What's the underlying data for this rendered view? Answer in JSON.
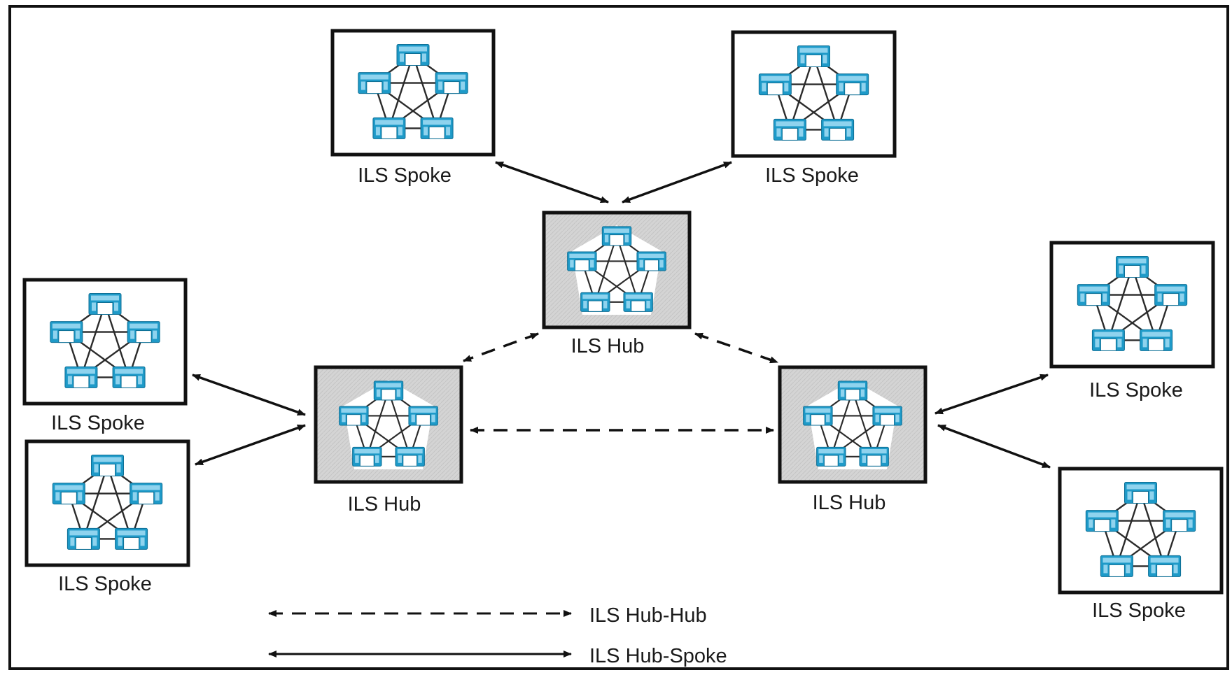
{
  "nodes": [
    {
      "id": "spoke-top-left",
      "kind": "spoke",
      "label": "ILS Spoke"
    },
    {
      "id": "spoke-top-right",
      "kind": "spoke",
      "label": "ILS Spoke"
    },
    {
      "id": "hub-top",
      "kind": "hub",
      "label": "ILS Hub"
    },
    {
      "id": "spoke-left-upper",
      "kind": "spoke",
      "label": "ILS Spoke"
    },
    {
      "id": "spoke-left-lower",
      "kind": "spoke",
      "label": "ILS Spoke"
    },
    {
      "id": "hub-left",
      "kind": "hub",
      "label": "ILS Hub"
    },
    {
      "id": "hub-right",
      "kind": "hub",
      "label": "ILS Hub"
    },
    {
      "id": "spoke-right-upper",
      "kind": "spoke",
      "label": "ILS Spoke"
    },
    {
      "id": "spoke-right-lower",
      "kind": "spoke",
      "label": "ILS Spoke"
    }
  ],
  "links": [
    {
      "from": "spoke-top-left",
      "to": "hub-top",
      "type": "hub-spoke"
    },
    {
      "from": "spoke-top-right",
      "to": "hub-top",
      "type": "hub-spoke"
    },
    {
      "from": "spoke-left-upper",
      "to": "hub-left",
      "type": "hub-spoke"
    },
    {
      "from": "spoke-left-lower",
      "to": "hub-left",
      "type": "hub-spoke"
    },
    {
      "from": "spoke-right-upper",
      "to": "hub-right",
      "type": "hub-spoke"
    },
    {
      "from": "spoke-right-lower",
      "to": "hub-right",
      "type": "hub-spoke"
    },
    {
      "from": "hub-top",
      "to": "hub-left",
      "type": "hub-hub"
    },
    {
      "from": "hub-top",
      "to": "hub-right",
      "type": "hub-hub"
    },
    {
      "from": "hub-left",
      "to": "hub-right",
      "type": "hub-hub"
    }
  ],
  "legend": {
    "hub_hub": "ILS Hub-Hub",
    "hub_spoke": "ILS Hub-Spoke"
  },
  "colors": {
    "frame": "#111111",
    "arrow": "#111111",
    "hub_fill": "#d4d4d4",
    "spoke_fill": "#ffffff",
    "cluster_device": "#1e9ac8",
    "cluster_device_light": "#8fd3ee",
    "cluster_link": "#2b2b2b"
  },
  "icons": {
    "cluster_device": "call-manager-server-icon"
  }
}
